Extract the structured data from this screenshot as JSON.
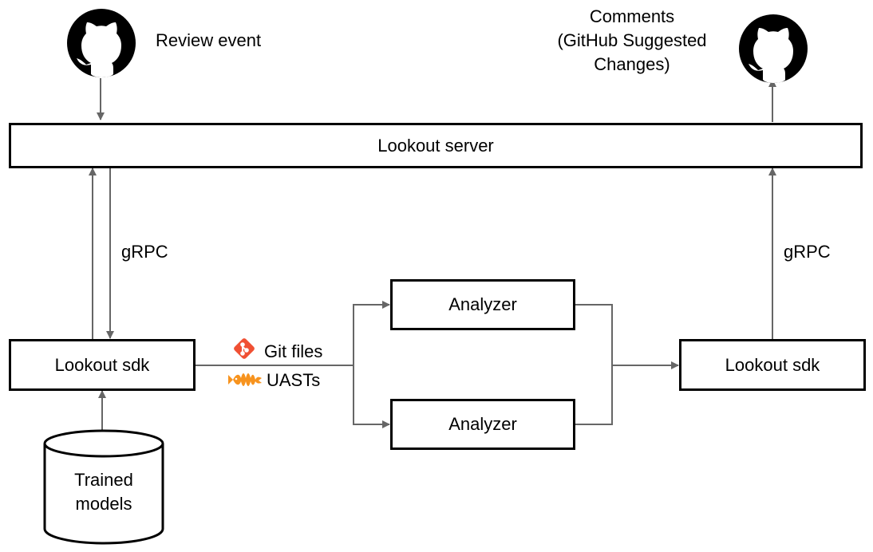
{
  "diagram": {
    "review_event": "Review event",
    "comments": [
      "Comments",
      "(GitHub Suggested",
      "Changes)"
    ],
    "lookout_server": "Lookout server",
    "grpc_left": "gRPC",
    "grpc_right": "gRPC",
    "lookout_sdk_left": "Lookout sdk",
    "lookout_sdk_right": "Lookout sdk",
    "analyzer_top": "Analyzer",
    "analyzer_bottom": "Analyzer",
    "git_files": "Git files",
    "uasts": "UASTs",
    "trained_models": [
      "Trained",
      "models"
    ],
    "icons": {
      "github_left": "github-icon",
      "github_right": "github-icon",
      "git": "git-icon",
      "uast": "babelfish-icon"
    },
    "colors": {
      "arrow": "#666666",
      "git": "#f05033",
      "uast": "#f7931e"
    }
  }
}
